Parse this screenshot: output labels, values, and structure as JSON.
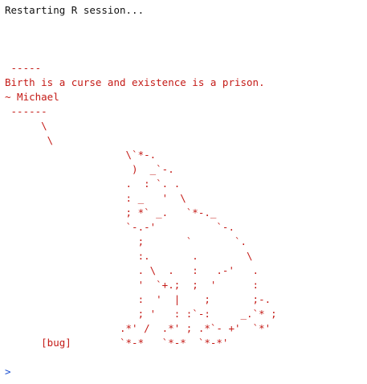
{
  "console": {
    "status_line": "Restarting R session...",
    "colors": {
      "output_text": "#c41a16",
      "status_text": "#111111",
      "prompt": "#1a4fd1",
      "background": "#ffffff"
    },
    "output_lines": [
      " -----",
      "Birth is a curse and existence is a prison.",
      "~ Michael",
      " ------",
      "      \\",
      "       \\",
      "                    \\`*-.",
      "                     )  _`-.",
      "                    .  : `. .",
      "                    : _   '  \\",
      "                    ; *` _.   `*-._",
      "                    `-.-'          `-.",
      "                      ;       `       `.",
      "                      :.       .        \\",
      "                      . \\  .   :   .-'   .",
      "                      '  `+.;  ;  '      :",
      "                      :  '  |    ;       ;-.",
      "                      ; '   : :`-:     _.`* ;",
      "                   .*' /  .*' ; .*`- +'  `*'",
      "      [bug]        `*-*   `*-*  `*-*'"
    ],
    "prompt_symbol": ">"
  }
}
